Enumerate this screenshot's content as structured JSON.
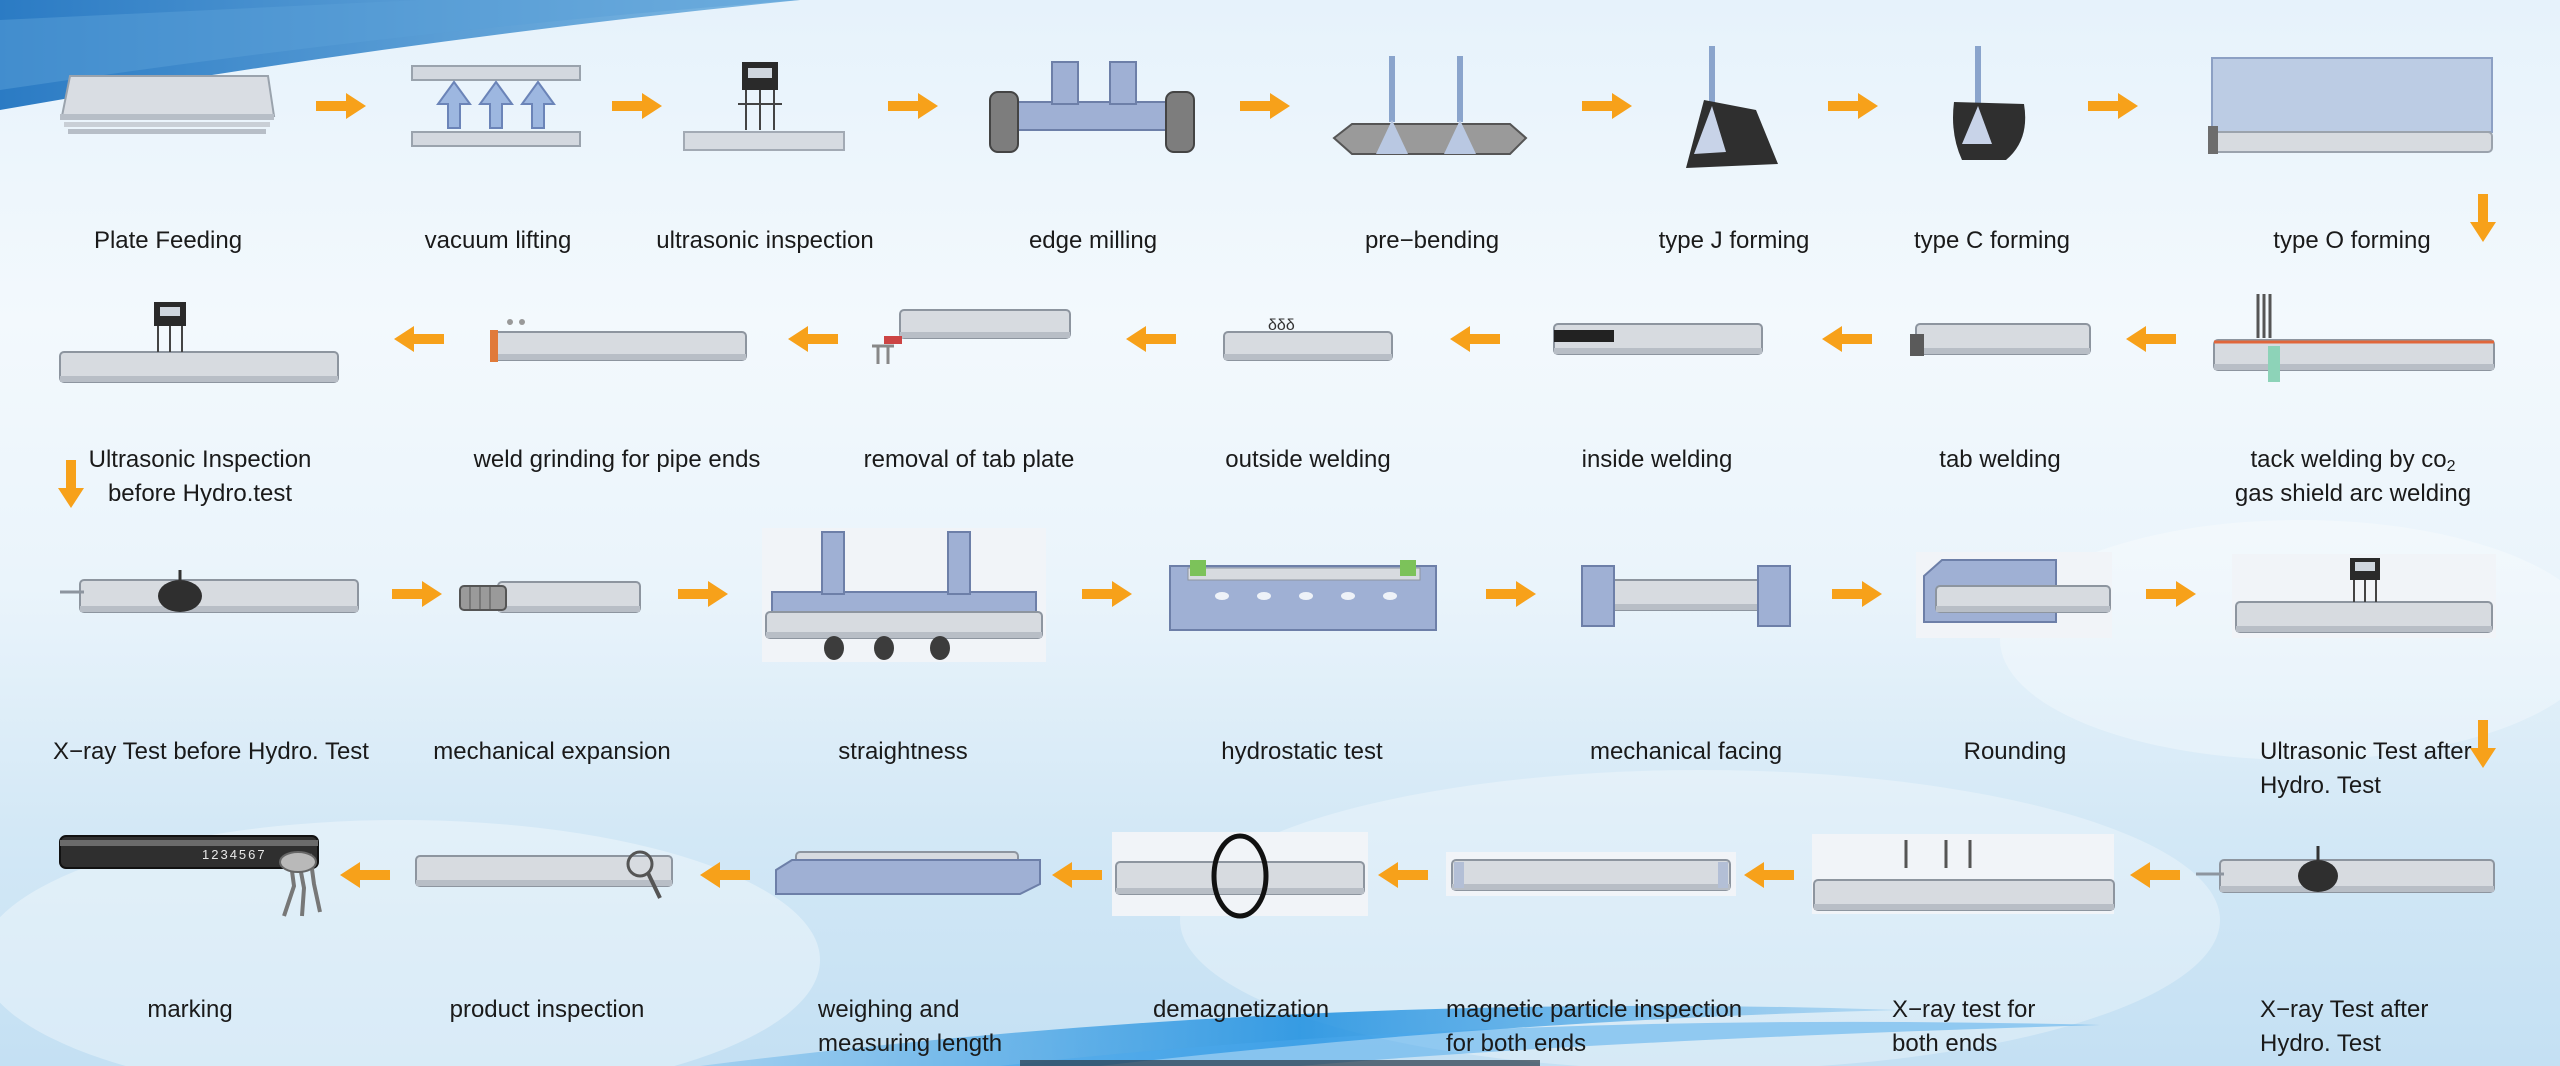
{
  "colors": {
    "arrow": "#f7a11a",
    "pipe": "#c8ccd2",
    "plate": "#bfc9dc",
    "bg": "#e6f2fb"
  },
  "steps": {
    "plate_feeding": "Plate Feeding",
    "vacuum_lifting": "vacuum lifting",
    "ultrasonic_inspection": "ultrasonic inspection",
    "edge_milling": "edge milling",
    "pre_bending": "pre−bending",
    "type_j_forming": "type J forming",
    "type_c_forming": "type C forming",
    "type_o_forming": "type O forming",
    "ultrasonic_before_hydro_l1": "Ultrasonic Inspection",
    "ultrasonic_before_hydro_l2": "before Hydro.test",
    "weld_grinding": "weld grinding for pipe ends",
    "removal_tab_plate": "removal of tab plate",
    "outside_welding": "outside welding",
    "inside_welding": "inside welding",
    "tab_welding": "tab welding",
    "tack_welding_l1": "tack welding by co",
    "tack_welding_sub": "2",
    "tack_welding_l2": "gas shield arc welding",
    "xray_before_hydro": "X−ray Test before Hydro. Test",
    "mechanical_expansion": "mechanical expansion",
    "straightness": "straightness",
    "hydrostatic_test": "hydrostatic test",
    "mechanical_facing": "mechanical facing",
    "rounding": "Rounding",
    "ultrasonic_after_l1": "Ultrasonic Test after",
    "ultrasonic_after_l2": "Hydro. Test",
    "marking": "marking",
    "product_inspection": "product inspection",
    "weighing_l1": "weighing and",
    "weighing_l2": "measuring length",
    "demagnetization": "demagnetization",
    "magnetic_l1": "magnetic particle inspection",
    "magnetic_l2": "for both ends",
    "xray_ends_l1": "X−ray test for",
    "xray_ends_l2": "both ends",
    "xray_after_l1": "X−ray Test after",
    "xray_after_l2": "Hydro. Test"
  },
  "marking_text": "1234567"
}
